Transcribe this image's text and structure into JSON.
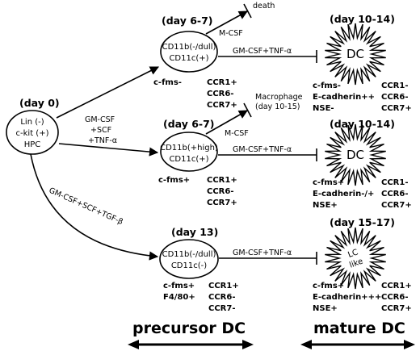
{
  "start": {
    "day": "(day 0)",
    "lines": [
      "Lin (-)",
      "c-kit (+)",
      "HPC"
    ]
  },
  "routes": {
    "top_cytokines": [
      "GM-CSF",
      "+SCF",
      "+TNF-α"
    ],
    "bottom_cytokines": "GM-CSF+SCF+TGF-β"
  },
  "precursor_top": {
    "day": "(day 6-7)",
    "lines": [
      "CD11b(-/dull)",
      "CD11c(+)"
    ],
    "markers_left": [
      "c-fms-"
    ],
    "markers_right": [
      "CCR1+",
      "CCR6-",
      "CCR7+"
    ],
    "side_label": "M-CSF",
    "side_outcome": "death",
    "to_mature": "GM-CSF+TNF-α"
  },
  "precursor_mid": {
    "day": "(day 6-7)",
    "lines": [
      "CD11b(+high)",
      "CD11c(+)"
    ],
    "markers_left": [
      "c-fms+"
    ],
    "markers_right": [
      "CCR1+",
      "CCR6-",
      "CCR7+"
    ],
    "side_label": "M-CSF",
    "side_outcome": [
      "Macrophage",
      "(day 10-15)"
    ],
    "to_mature": "GM-CSF+TNF-α"
  },
  "precursor_bot": {
    "day": "(day 13)",
    "lines": [
      "CD11b(-/dull)",
      "CD11c(-)"
    ],
    "markers_left": [
      "c-fms+",
      "F4/80+"
    ],
    "markers_right": [
      "CCR1+",
      "CCR6-",
      "CCR7-"
    ],
    "to_mature": "GM-CSF+TNF-α"
  },
  "mature_top": {
    "day": "(day 10-14)",
    "label": "DC",
    "markers_left": [
      "c-fms-",
      "E-cadherin++",
      "NSE-"
    ],
    "markers_right": [
      "CCR1-",
      "CCR6-",
      "CCR7+"
    ]
  },
  "mature_mid": {
    "day": "(day 10-14)",
    "label": "DC",
    "markers_left": [
      "c-fms+",
      "E-cadherin-/+",
      "NSE+"
    ],
    "markers_right": [
      "CCR1-",
      "CCR6-",
      "CCR7+"
    ]
  },
  "mature_bot": {
    "day": "(day 15-17)",
    "label_line1": "LC",
    "label_line2": "like",
    "markers_left": [
      "c-fms+",
      "E-cadherin+++",
      "NSE+"
    ],
    "markers_right": [
      "CCR1+",
      "CCR6-",
      "CCR7+"
    ]
  },
  "footer": {
    "precursor": "precursor DC",
    "mature": "mature DC"
  }
}
